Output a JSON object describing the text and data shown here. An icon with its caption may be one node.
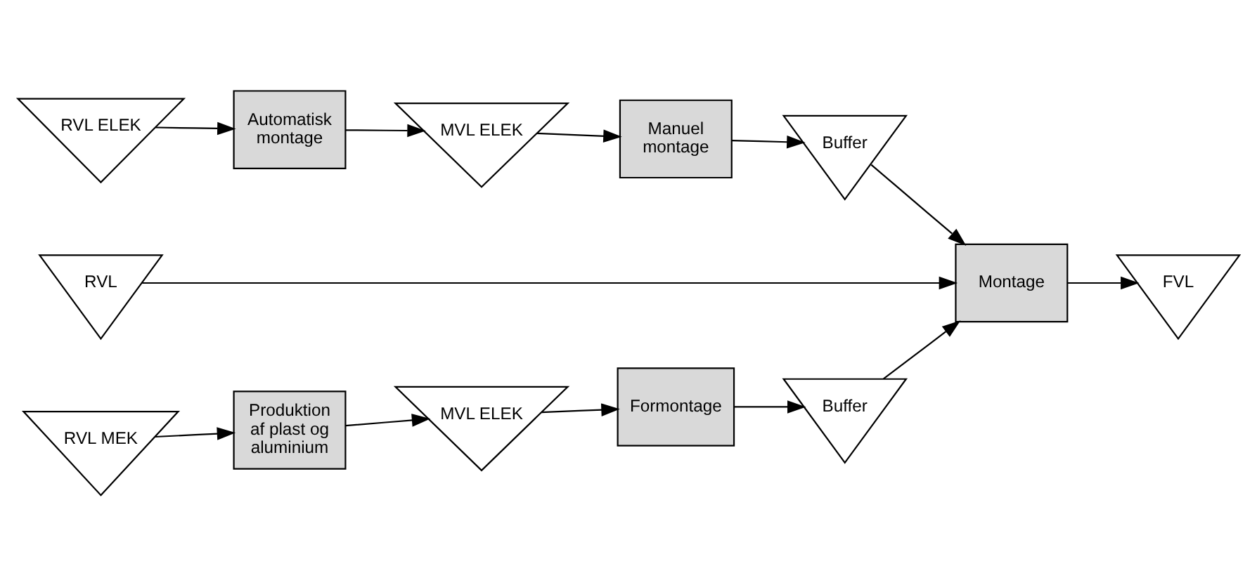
{
  "diagram": {
    "nodes": [
      {
        "text": [
          "RVL ELEK"
        ]
      },
      {
        "text": [
          "Automatisk montage"
        ]
      },
      {
        "text": [
          "MVL ELEK"
        ]
      },
      {
        "text": [
          "Manuel montage"
        ]
      },
      {
        "text": [
          "Buffer"
        ]
      },
      {
        "text": [
          "RVL"
        ]
      },
      {
        "text": [
          "Montage"
        ]
      },
      {
        "text": [
          "FVL"
        ]
      },
      {
        "text": [
          "RVL MEK"
        ]
      },
      {
        "text": [
          "Produktion af plast og aluminium"
        ]
      },
      {
        "text": [
          "MVL ELEK"
        ]
      },
      {
        "text": [
          "Formontage"
        ]
      },
      {
        "text": [
          "Buffer"
        ]
      }
    ],
    "edges": [
      {
        "from": 0,
        "to": 1,
        "arrow": "to"
      },
      {
        "from": 1,
        "to": 2,
        "arrow": "to"
      },
      {
        "from": 2,
        "to": 3,
        "arrow": "to"
      },
      {
        "from": 3,
        "to": 4,
        "arrow": "to"
      },
      {
        "from": 4,
        "to": 6,
        "arrow": "to"
      },
      {
        "from": 5,
        "to": 6,
        "arrow": "to"
      },
      {
        "from": 6,
        "to": 7,
        "arrow": "to"
      },
      {
        "from": 8,
        "to": 9,
        "arrow": "to"
      },
      {
        "from": 9,
        "to": 10,
        "arrow": "to"
      },
      {
        "from": 10,
        "to": 11,
        "arrow": "to"
      },
      {
        "from": 11,
        "to": 12,
        "arrow": "to"
      },
      {
        "from": 12,
        "to": 6,
        "arrow": "to"
      }
    ]
  }
}
